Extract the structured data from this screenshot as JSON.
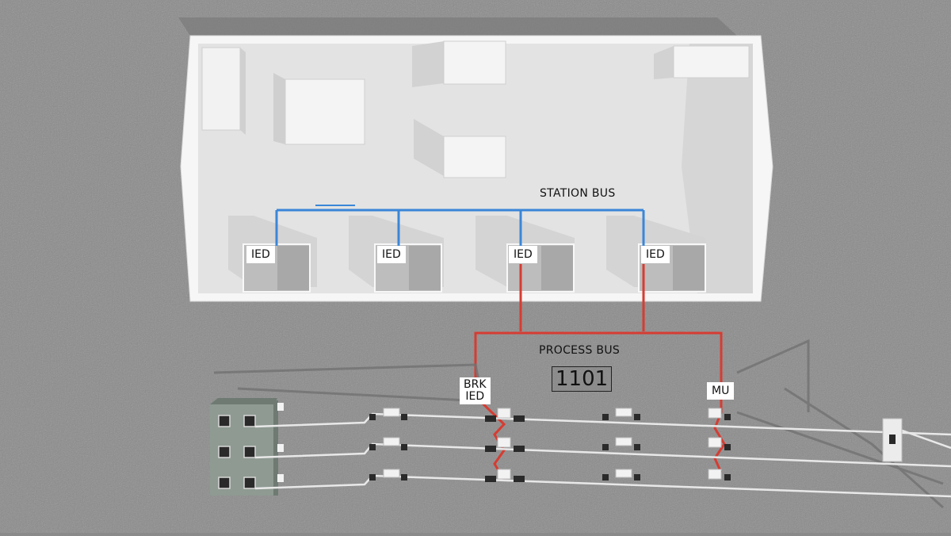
{
  "labels": {
    "station_bus": "STATION BUS",
    "process_bus": "PROCESS BUS",
    "bay_number": "1101",
    "ied": [
      "IED",
      "IED",
      "IED",
      "IED"
    ],
    "brk_ied": [
      "BRK",
      "IED"
    ],
    "mu": "MU"
  },
  "colors": {
    "ground": "#8a8a8a",
    "building_floor": "#e6e6e6",
    "building_wall": "#f7f7f7",
    "station_bus": "#3a86d8",
    "process_bus": "#d63c32",
    "cable": "#e8e8e8",
    "transformer": "#8e9a92",
    "insulator": "#2a2a2a"
  }
}
